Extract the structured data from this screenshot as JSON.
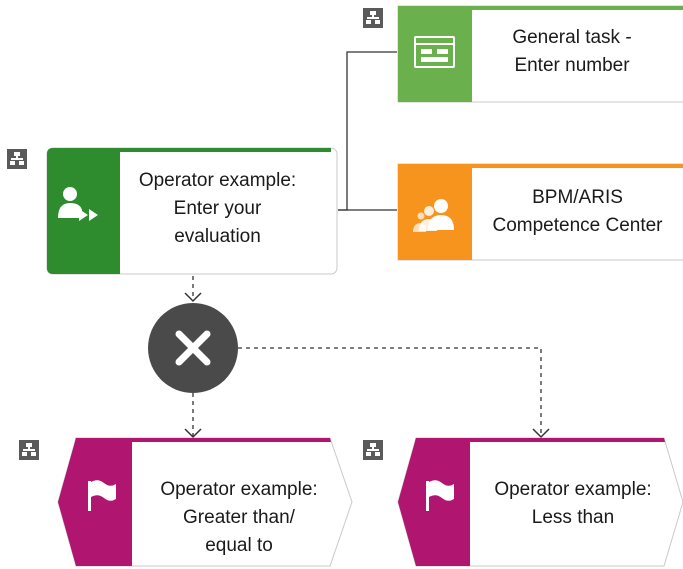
{
  "nodes": {
    "general_task": {
      "line1": "General task -",
      "line2": "Enter number",
      "color": "#6ab04c",
      "icon": "form-window-icon"
    },
    "competence_center": {
      "line1": "BPM/ARIS",
      "line2": "Competence Center",
      "color": "#f7941d",
      "icon": "group-icon"
    },
    "operator_evaluation": {
      "line1": "Operator example:",
      "line2": "Enter your",
      "line3": "evaluation",
      "color": "#2e8b2e",
      "icon": "person-forward-icon"
    },
    "xor_gateway": {
      "color": "#4a4a4a",
      "icon": "close-x-icon"
    },
    "event_greater": {
      "line1": "Operator example:",
      "line2": "Greater than/",
      "line3": "equal to",
      "color": "#b0156f",
      "icon": "flag-icon"
    },
    "event_less": {
      "line1": "Operator example:",
      "line2": "Less than",
      "color": "#b0156f",
      "icon": "flag-icon"
    }
  },
  "assignment_icon": "hierarchy-icon"
}
